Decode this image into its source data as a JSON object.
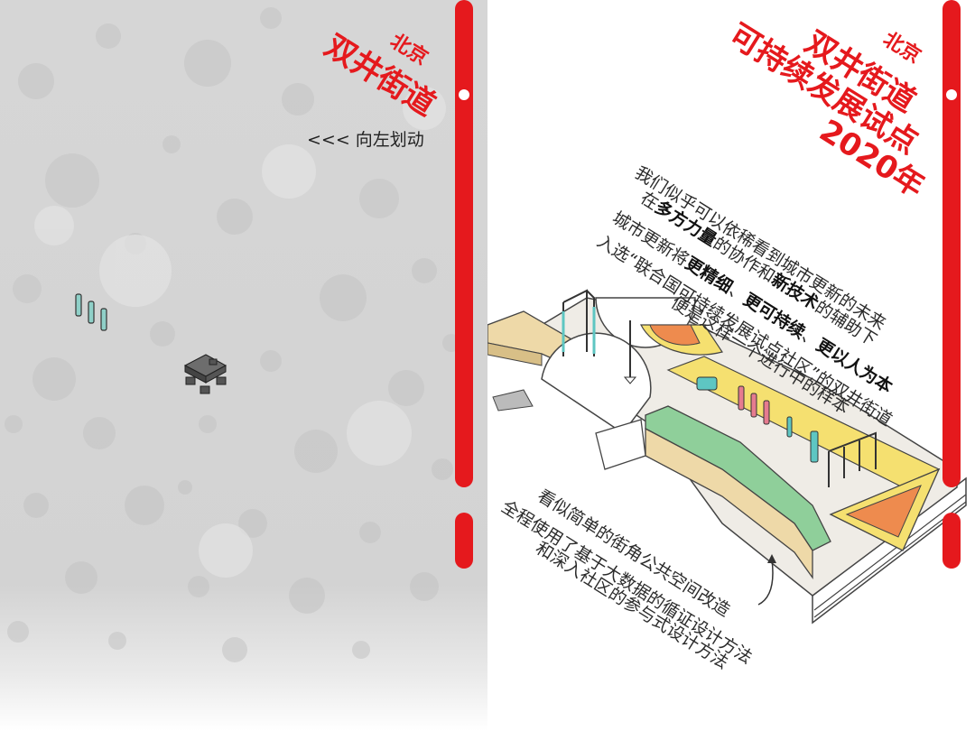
{
  "left_panel": {
    "title_small": "北京",
    "title_large": "双井街道",
    "swipe_hint": "<<< 向左划动"
  },
  "right_panel": {
    "title_small": "北京",
    "title_line1": "双井街道",
    "title_line2": "可持续发展试点",
    "title_line3": "2020年",
    "intro": {
      "line1": "我们似乎可以依稀看到城市更新的未来",
      "line2_pre": "在",
      "line2_bold1": "多方力量",
      "line2_mid": "的协作和",
      "line2_bold2": "新技术",
      "line2_post": "的辅助下",
      "line3_pre": "城市更新将",
      "line3_bold1": "更精细",
      "line3_sep1": "、",
      "line3_bold2": "更可持续",
      "line3_sep2": "、",
      "line3_bold3": "更以人为本",
      "line4": "入选“联合国可持续发展试点社区”的双井街道",
      "line5": "便是这样一个进行中的样本"
    },
    "caption": {
      "line1": "看似简单的街角公共空间改造",
      "line2": "全程使用了基于大数据的循证设计方法",
      "line3": "和深入社区的参与式设计方法"
    }
  },
  "colors": {
    "accent_red": "#e5191d",
    "sage_green": "#8fcf9a",
    "teal": "#5ec6c2",
    "beige": "#eed9a8",
    "yellow": "#f5e070",
    "orange": "#ee8b4e",
    "floor": "#eeeae4",
    "background_gray": "#d6d6d6"
  },
  "icons": {
    "left_posts": "bollard-icon",
    "left_table": "picnic-table-icon",
    "arrow": "curved-arrow-icon"
  }
}
